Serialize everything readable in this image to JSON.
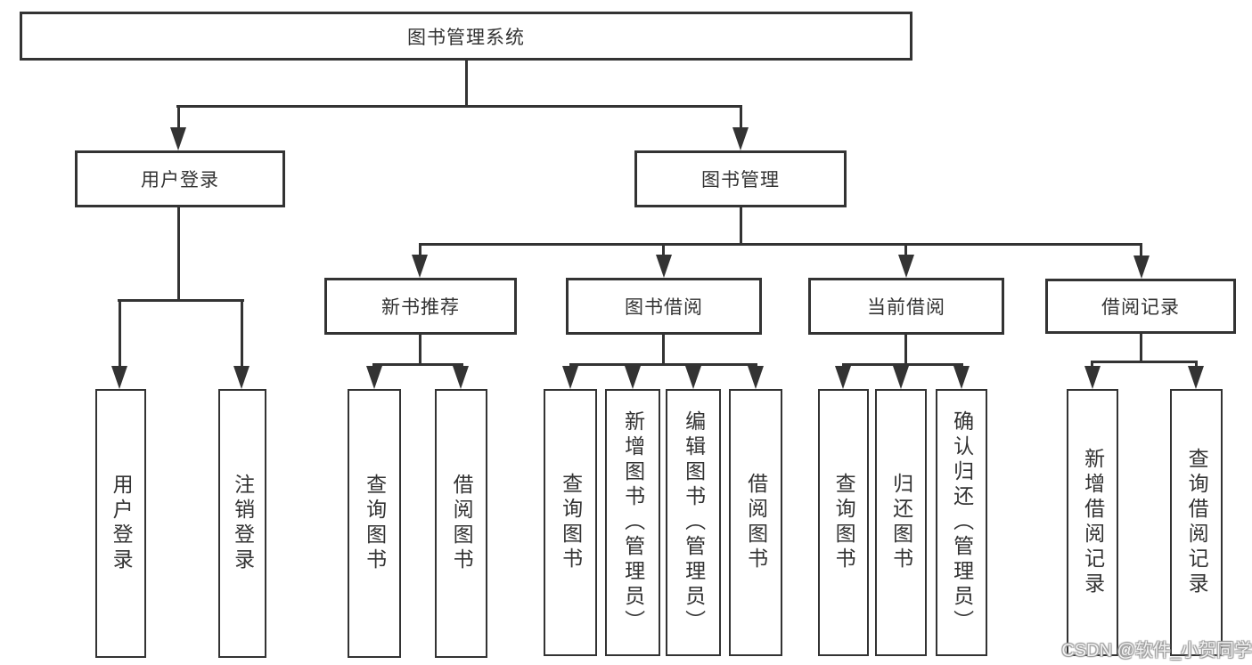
{
  "diagram": {
    "root": {
      "label": "图书管理系统"
    },
    "level2": [
      {
        "label": "用户登录",
        "children": [
          {
            "label": "用户登录"
          },
          {
            "label": "注销登录"
          }
        ]
      },
      {
        "label": "图书管理"
      }
    ],
    "level3": [
      {
        "label": "新书推荐",
        "children": [
          {
            "label": "查询图书"
          },
          {
            "label": "借阅图书"
          }
        ]
      },
      {
        "label": "图书借阅",
        "children": [
          {
            "label": "查询图书"
          },
          {
            "label": "新增图书（管理员）"
          },
          {
            "label": "编辑图书（管理员）"
          },
          {
            "label": "借阅图书"
          }
        ]
      },
      {
        "label": "当前借阅",
        "children": [
          {
            "label": "查询图书"
          },
          {
            "label": "归还图书"
          },
          {
            "label": "确认归还（管理员）"
          }
        ]
      },
      {
        "label": "借阅记录",
        "children": [
          {
            "label": "新增借阅记录"
          },
          {
            "label": "查询借阅记录"
          }
        ]
      }
    ]
  },
  "watermark": {
    "text": "CSDN @软件_小贺同学"
  },
  "colors": {
    "line": "#333333",
    "text": "#333333",
    "background": "#ffffff"
  }
}
